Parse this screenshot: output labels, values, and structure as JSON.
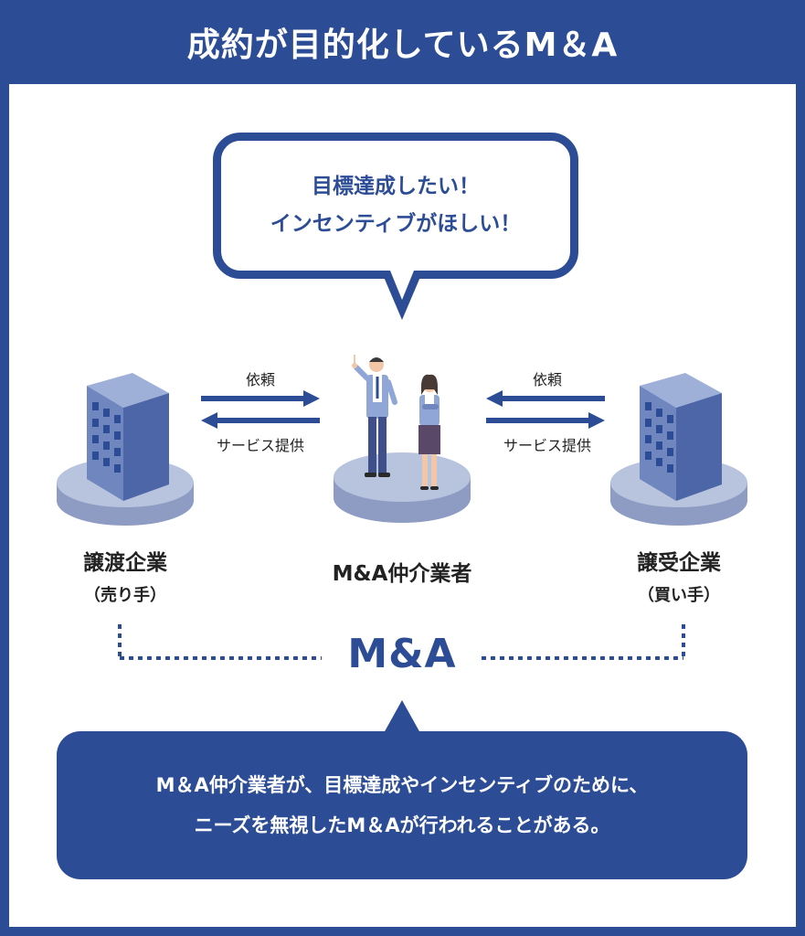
{
  "title": "成約が目的化しているM＆A",
  "speech": {
    "line1": "目標達成したい！",
    "line2": "インセンティブがほしい！"
  },
  "left_arrows": {
    "request": "依頼",
    "service": "サービス提供"
  },
  "right_arrows": {
    "request": "依頼",
    "service": "サービス提供"
  },
  "seller": {
    "name": "譲渡企業",
    "role": "（売り手）"
  },
  "broker": {
    "name": "M&A仲介業者"
  },
  "buyer": {
    "name": "譲受企業",
    "role": "（買い手）"
  },
  "deal_label": "M&A",
  "note": {
    "line1": "M＆A仲介業者が、目標達成やインセンティブのために、",
    "line2": "ニーズを無視したM＆Aが行われることがある。"
  },
  "colors": {
    "primary": "#2c4d96",
    "platform": "#b8c3dd",
    "platform_side": "#8e9cc4",
    "building_front": "#6f86bf",
    "building_side": "#4d66a8"
  }
}
